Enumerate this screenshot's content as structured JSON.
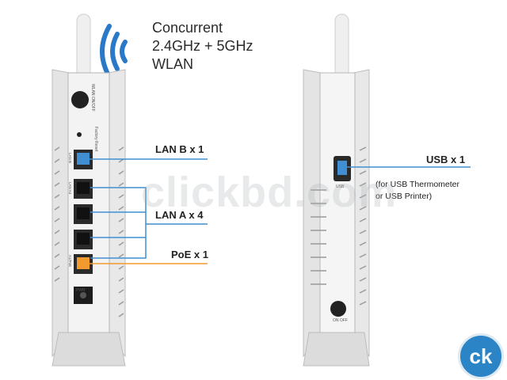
{
  "headline": {
    "line1": "Concurrent",
    "line2": "2.4GHz + 5GHz",
    "line3": "WLAN"
  },
  "callouts": {
    "lan_b": "LAN B x 1",
    "lan_a": "LAN A x 4",
    "poe": "PoE x 1",
    "usb": "USB x 1",
    "usb_note_line1": "(for USB Thermometer",
    "usb_note_line2": "or USB Printer)"
  },
  "device_labels": {
    "wlan_button": "WLAN ON/OFF",
    "factory_reset": "Factory Reset",
    "lan_b_port": "LAN B",
    "lan_a_port": "LAN A4",
    "poe_port": "A1/PoE",
    "power_port": "PWR",
    "usb_port": "USB",
    "power_switch": "ON OFF"
  },
  "watermark": "clickbd.com",
  "logo_text": "ck",
  "colors": {
    "blue_line": "#3f8fd2",
    "orange_line": "#f39a2f",
    "wifi_waves": "#2a79c9",
    "device_body": "#f3f3f3",
    "device_edge": "#bdbdbd"
  },
  "icons": [
    "wifi-waves-icon",
    "logo-icon"
  ]
}
